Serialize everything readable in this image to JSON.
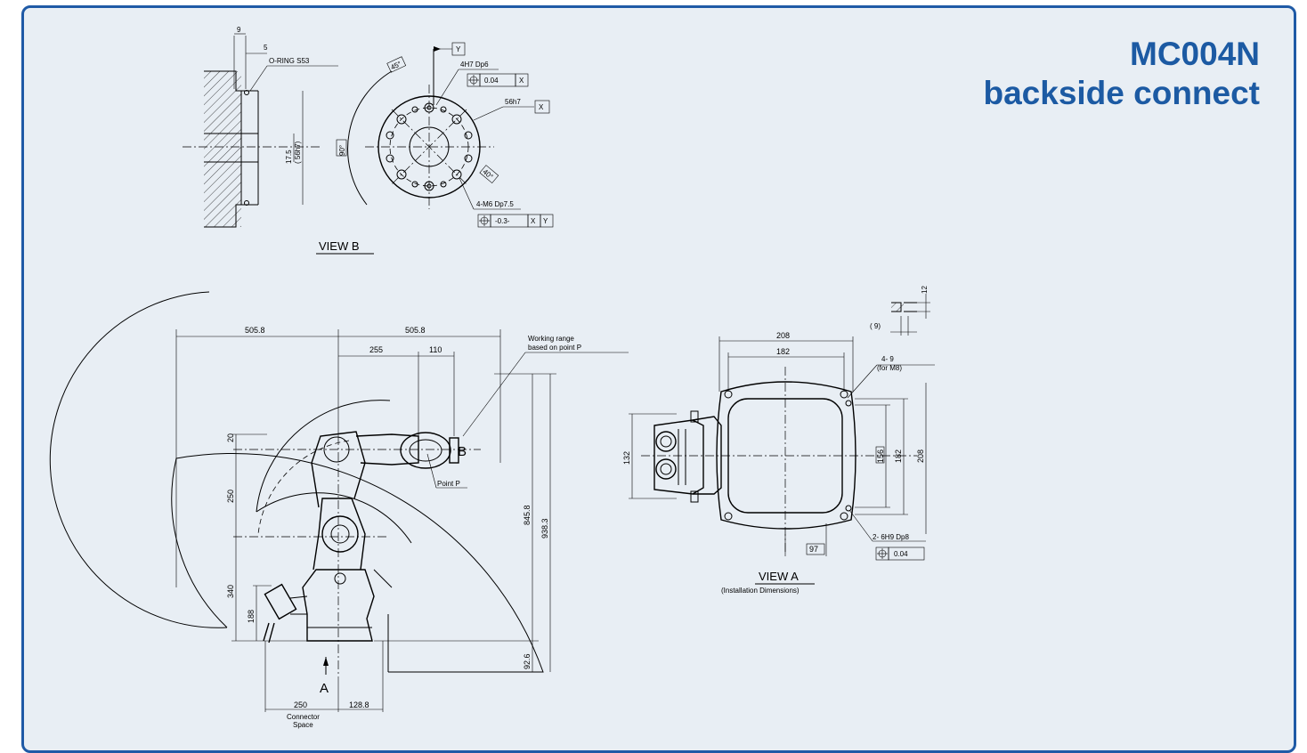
{
  "title": {
    "line1": "MC004N",
    "line2": "backside connect"
  },
  "colors": {
    "title": "#1c5aa3",
    "border": "#1f5aa6",
    "background": "#e8eef4"
  },
  "view_b": {
    "label": "VIEW    B",
    "dim_9": "9",
    "dim_5": "5",
    "oring": "O-RING S53",
    "dim_17_5": "17.5",
    "dim_56h7_paren": "( 56h7)",
    "datum_y": "Y",
    "hole_4h7": "4H7 Dp6",
    "tol_004": "0.04",
    "datum_x": "X",
    "dim_56h7": "56h7",
    "angle_45": "45°",
    "angle_90": "90°",
    "angle_40": "40°",
    "thread": "4-M6 Dp7.5",
    "tol_03": "-0.3-",
    "ref_x": "X",
    "ref_y": "Y"
  },
  "side_view": {
    "dim_505_8_left": "505.8",
    "dim_505_8_right": "505.8",
    "dim_255": "255",
    "dim_110": "110",
    "working_range_1": "Working range",
    "working_range_2": "based on point P",
    "label_b": "B",
    "point_p": "Point P",
    "dim_20": "20",
    "dim_250": "250",
    "dim_340": "340",
    "dim_188": "188",
    "dim_845_8": "845.8",
    "dim_938_3": "938.3",
    "dim_92_6": "92.6",
    "label_a": "A",
    "dim_250_bottom": "250",
    "dim_128_8": "128.8",
    "connector_1": "Connector",
    "connector_2": "Space"
  },
  "view_a": {
    "dim_208_top": "208",
    "dim_182_top": "182",
    "dim_132": "132",
    "dim_156": "156",
    "dim_182_side": "182",
    "dim_208_side": "208",
    "dim_97": "97",
    "holes_1": "4- 9",
    "holes_2": "(for M8)",
    "pin_holes": "2- 6H9 Dp8",
    "tol_004": "0.04",
    "dim_9_paren": "( 9)",
    "dim_12": "12",
    "label": "VIEW    A",
    "sublabel": "(Installation Dimensions)"
  }
}
